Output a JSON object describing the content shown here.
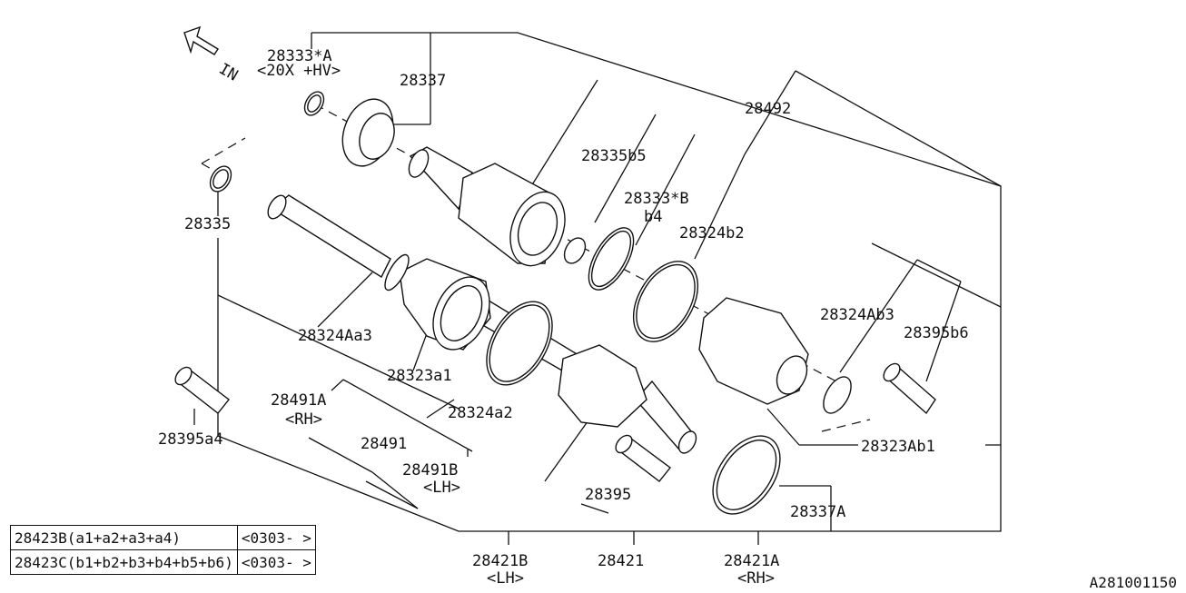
{
  "diagram": {
    "direction_label": "IN",
    "labels": {
      "p28333a": "28333*A",
      "p28333a_note": "<20X +HV>",
      "p28337": "28337",
      "p28492": "28492",
      "p28335b5": "28335b5",
      "p28333b": "28333*B",
      "p28333b_sub": "b4",
      "p28324b2": "28324b2",
      "p28335": "28335",
      "p28324aa3": "28324Aa3",
      "p28324ab3": "28324Ab3",
      "p28395b6": "28395b6",
      "p28323a1": "28323a1",
      "p28491a": "28491A",
      "p28491a_note": "<RH>",
      "p28324a2": "28324a2",
      "p28395a4": "28395a4",
      "p28491": "28491",
      "p28491b": "28491B",
      "p28491b_note": "<LH>",
      "p28323ab1": "28323Ab1",
      "p28395": "28395",
      "p28337a": "28337A",
      "p28421b": "28421B",
      "p28421b_note": "<LH>",
      "p28421": "28421",
      "p28421a": "28421A",
      "p28421a_note": "<RH>"
    }
  },
  "legend": {
    "rows": [
      {
        "part": "28423B(a1+a2+a3+a4)",
        "period": "<0303- >"
      },
      {
        "part": "28423C(b1+b2+b3+b4+b5+b6)",
        "period": "<0303- >"
      }
    ]
  },
  "diagram_code": "A281001150"
}
